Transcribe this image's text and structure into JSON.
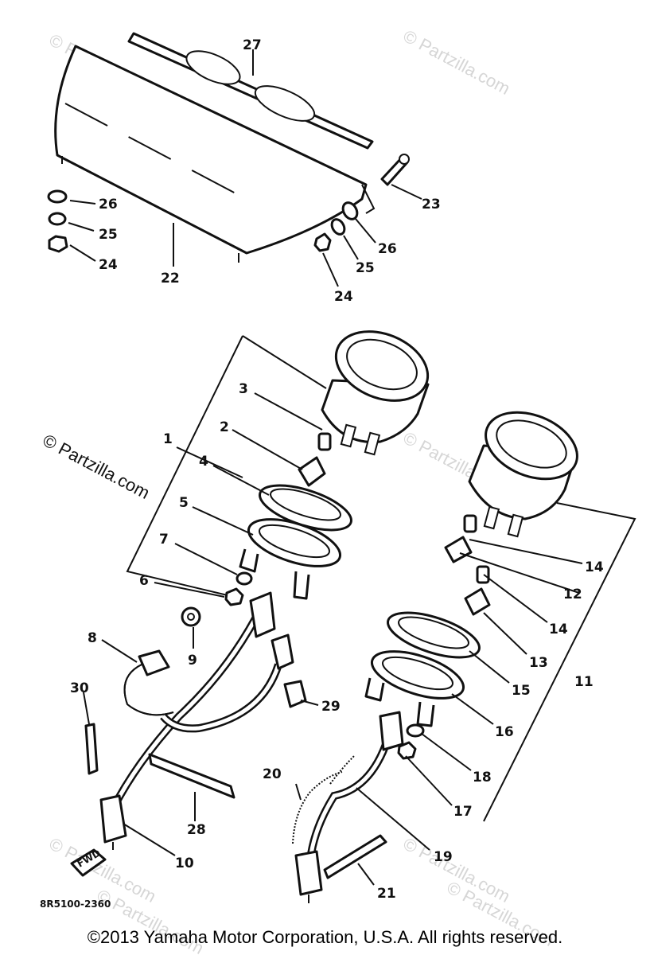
{
  "watermarks": [
    "© Partzilla.com",
    "© Partzilla.com",
    "© Partzilla.com",
    "© Partzilla.com",
    "© Partzilla.com",
    "© Partzilla.com",
    "© Partzilla.com"
  ],
  "main_watermark": "© Partzilla.com",
  "callouts": {
    "c1": "1",
    "c2": "2",
    "c3": "3",
    "c4": "4",
    "c5": "5",
    "c6": "6",
    "c7": "7",
    "c8": "8",
    "c9": "9",
    "c10": "10",
    "c11": "11",
    "c12": "12",
    "c13": "13",
    "c14a": "14",
    "c14b": "14",
    "c15": "15",
    "c16": "16",
    "c17": "17",
    "c18": "18",
    "c19": "19",
    "c20": "20",
    "c21": "21",
    "c22": "22",
    "c23": "23",
    "c24a": "24",
    "c24b": "24",
    "c25a": "25",
    "c25b": "25",
    "c26a": "26",
    "c26b": "26",
    "c27": "27",
    "c28": "28",
    "c29": "29",
    "c30": "30"
  },
  "diagram_code": "8R5100-2360",
  "fwd_label": "FWD",
  "copyright": "©2013  Yamaha Motor Corporation, U.S.A. All rights reserved."
}
